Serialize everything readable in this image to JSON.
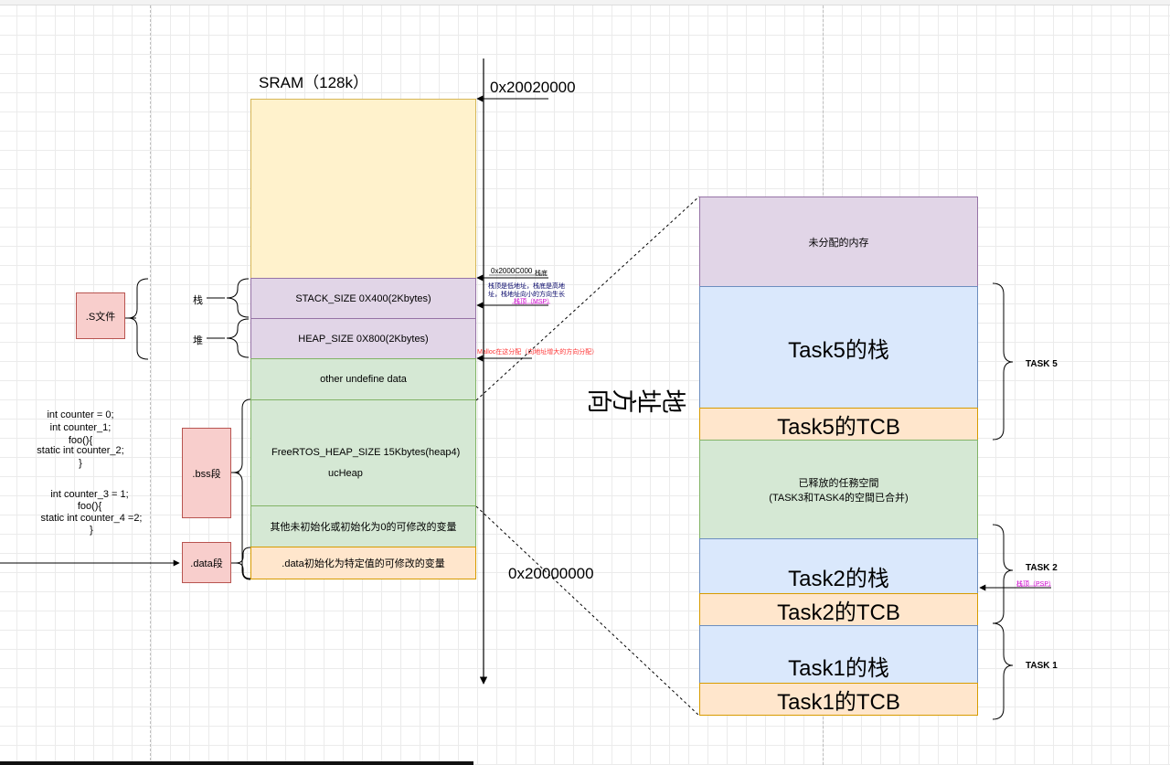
{
  "sram_title": "SRAM（128k）",
  "addr_top": "0x20020000",
  "addr_bottom": "0x20000000",
  "addr_stack": "0x2000C000",
  "addr_stack_note": "栈底",
  "stack_growth_note": "栈顶是低地址，栈底是高地址，栈地址向小的方向生长",
  "msp_note": "栈顶（MSP）",
  "malloc_note": "Malloc在这分配（向地址增大的方向分配）",
  "direction_label": "地址方向",
  "sram_blocks": {
    "stack": "STACK_SIZE 0X400(2Kbytes)",
    "heap": "HEAP_SIZE 0X800(2Kbytes)",
    "other": "other undefine data",
    "freertos_heap": "FreeRTOS_HEAP_SIZE 15Kbytes(heap4)",
    "ucheap": "ucHeap",
    "bss_rest": "其他未初始化或初始化为0的可修改的变量",
    "data": ".data初始化为特定值的可修改的变量"
  },
  "labels": {
    "stack": "栈",
    "heap": "堆",
    "s_file": ".S文件",
    "bss": ".bss段",
    "data": ".data段"
  },
  "code_bss": [
    "int counter = 0;",
    "int counter_1;",
    "foo(){",
    "static int counter_2;",
    "}"
  ],
  "code_data": [
    "int counter_3 = 1;",
    "foo(){",
    "static int counter_4 =2;",
    "}"
  ],
  "heap_detail": {
    "unallocated": "未分配的内存",
    "task5_stack": "Task5的栈",
    "task5_tcb": "Task5的TCB",
    "freed_line1": "已释放的任務空間",
    "freed_line2": "(TASK3和TASK4的空間已合并)",
    "task2_stack": "Task2的栈",
    "task2_tcb": "Task2的TCB",
    "task1_stack": "Task1的栈",
    "task1_tcb": "Task1的TCB"
  },
  "task_labels": {
    "task5": "TASK 5",
    "task2": "TASK 2",
    "task1": "TASK 1"
  },
  "psp_note": "栈顶（PSP）",
  "colors": {
    "yellow": "#fff2cc",
    "purple": "#e1d5e7",
    "green": "#d5e8d4",
    "orange": "#ffe6cc",
    "blue": "#dae8fc",
    "pink": "#f8cecc",
    "red_note": "#ff3333",
    "magenta_note": "#cc00cc",
    "navy_note": "#000066"
  }
}
